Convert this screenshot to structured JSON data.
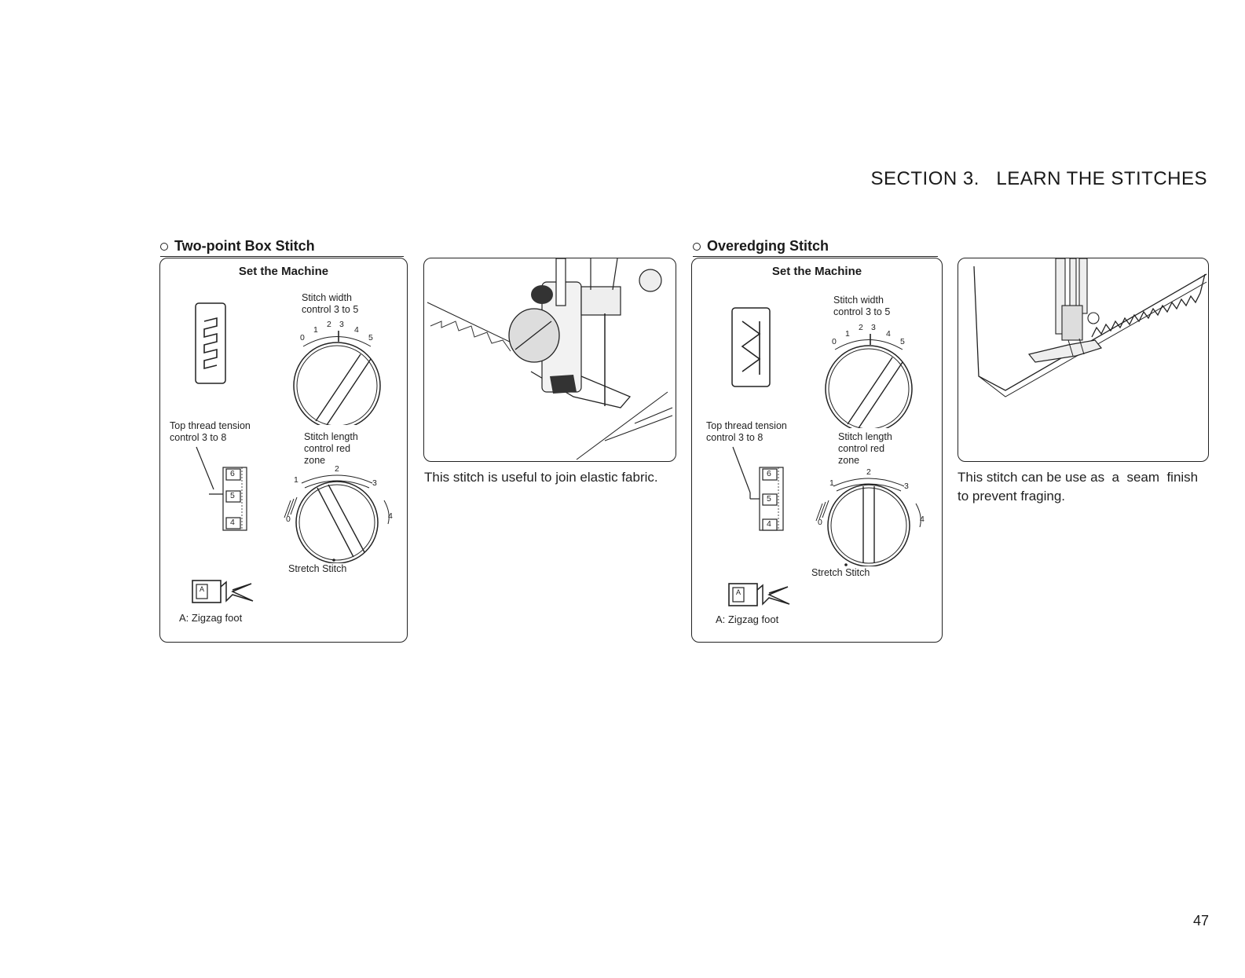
{
  "header": {
    "section_title": "SECTION 3.   LEARN THE STITCHES"
  },
  "page_number": "47",
  "stitches": [
    {
      "title": "Two-point Box Stitch",
      "set_machine_title": "Set the Machine",
      "width_label": [
        "Stitch width",
        "control 3 to 5"
      ],
      "width_ticks": [
        "0",
        "1",
        "2",
        "3",
        "4",
        "5"
      ],
      "tension_label": [
        "Top thread tension",
        "control 3 to 8"
      ],
      "tension_numbers": [
        "6",
        "5",
        "4"
      ],
      "length_label": [
        "Stitch length",
        "control red",
        "zone"
      ],
      "length_ticks": [
        "0",
        "1",
        "2",
        "3",
        "4"
      ],
      "stretch_label": "Stretch Stitch",
      "foot_label": "A:  Zigzag foot",
      "foot_letter": "A",
      "caption": "This stitch is useful to join elastic fabric."
    },
    {
      "title": "Overedging Stitch",
      "set_machine_title": "Set the Machine",
      "width_label": [
        "Stitch width",
        "control 3 to 5"
      ],
      "width_ticks": [
        "0",
        "1",
        "2",
        "3",
        "4",
        "5"
      ],
      "tension_label": [
        "Top thread tension",
        "control 3 to 8"
      ],
      "tension_numbers": [
        "6",
        "5",
        "4"
      ],
      "length_label": [
        "Stitch length",
        "control red",
        "zone"
      ],
      "length_ticks": [
        "0",
        "1",
        "2",
        "3",
        "4"
      ],
      "stretch_label": "Stretch Stitch",
      "foot_label": "A:  Zigzag foot",
      "foot_letter": "A",
      "caption_lines": [
        "This stitch can be use as  a  seam  finish",
        "to prevent fraging."
      ]
    }
  ]
}
